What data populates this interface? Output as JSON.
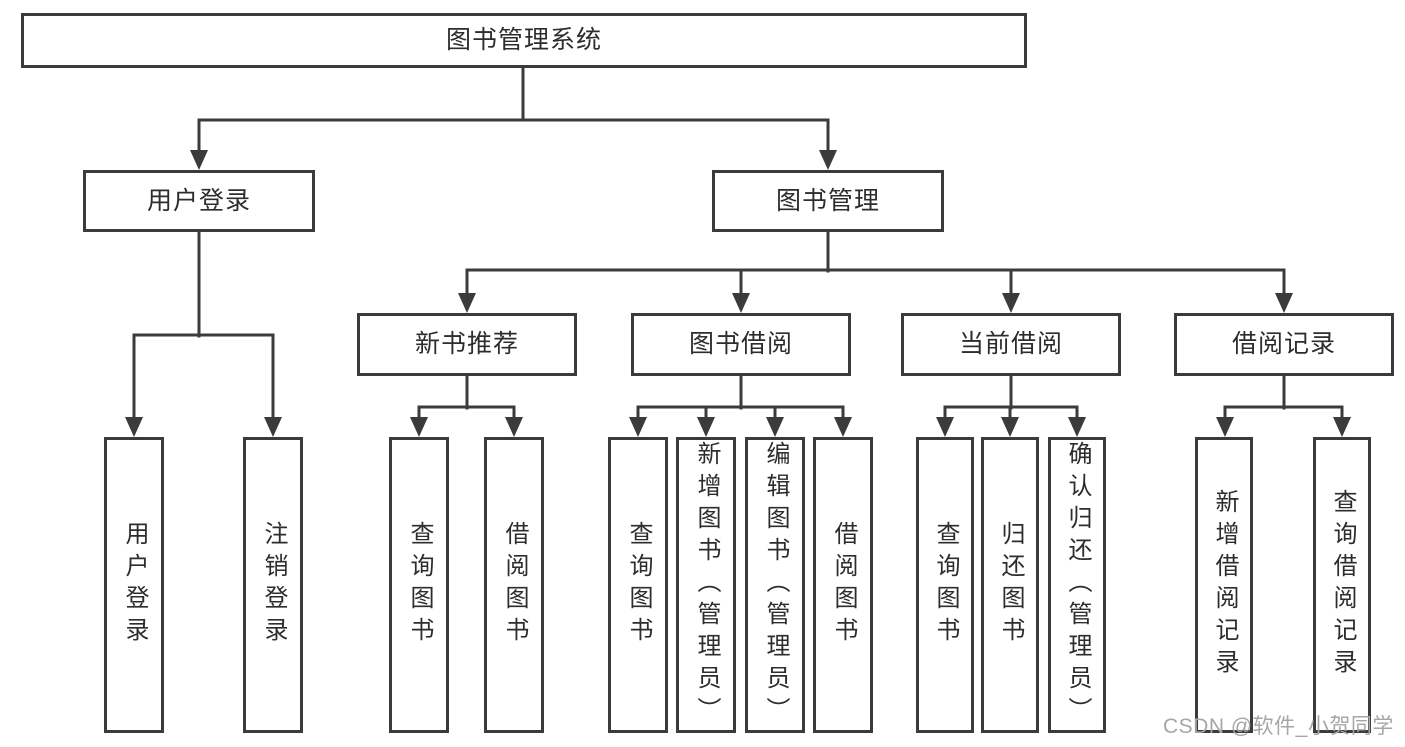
{
  "colors": {
    "line": "#3b3b3b",
    "box-border": "#3b3b3b",
    "text": "#2d2d2d",
    "watermark": "#a6a6a6",
    "background": "#ffffff"
  },
  "tree": {
    "label": "图书管理系统",
    "children": [
      {
        "label": "用户登录",
        "children": [
          {
            "label": "用户登录"
          },
          {
            "label": "注销登录"
          }
        ]
      },
      {
        "label": "图书管理",
        "children": [
          {
            "label": "新书推荐",
            "children": [
              {
                "label": "查询图书"
              },
              {
                "label": "借阅图书"
              }
            ]
          },
          {
            "label": "图书借阅",
            "children": [
              {
                "label": "查询图书"
              },
              {
                "label": "新增图书（管理员）"
              },
              {
                "label": "编辑图书（管理员）"
              },
              {
                "label": "借阅图书"
              }
            ]
          },
          {
            "label": "当前借阅",
            "children": [
              {
                "label": "查询图书"
              },
              {
                "label": "归还图书"
              },
              {
                "label": "确认归还（管理员）"
              }
            ]
          },
          {
            "label": "借阅记录",
            "children": [
              {
                "label": "新增借阅记录"
              },
              {
                "label": "查询借阅记录"
              }
            ]
          }
        ]
      }
    ]
  },
  "watermark": {
    "text": "CSDN @软件_小贺同学"
  }
}
